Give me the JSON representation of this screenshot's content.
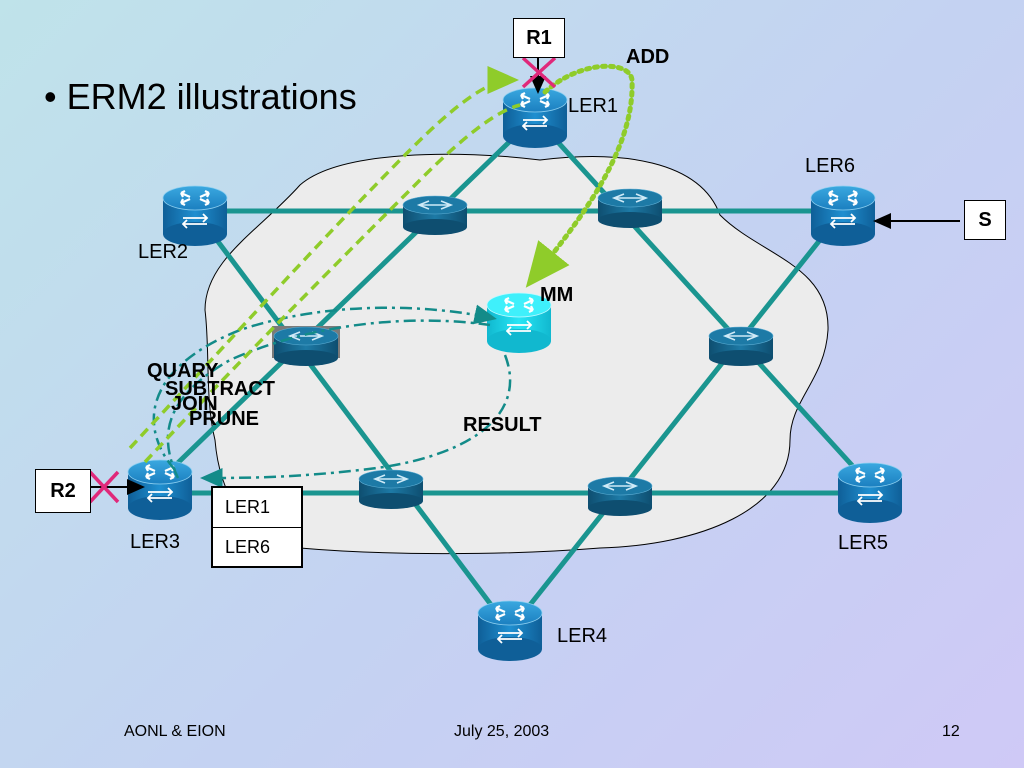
{
  "slide": {
    "bullet": "• ERM2 illustrations",
    "footer_left": "AONL & EION",
    "footer_center": "July 25, 2003",
    "page_number": "12"
  },
  "boxes": {
    "r1": "R1",
    "r2": "R2",
    "s": "S"
  },
  "routers": {
    "ler1": "LER1",
    "ler2": "LER2",
    "ler3": "LER3",
    "ler4": "LER4",
    "ler5": "LER5",
    "ler6": "LER6",
    "mm": "MM"
  },
  "operations": {
    "add": "ADD",
    "quary": "QUARY",
    "subtract": "SUBTRACT",
    "join": "JOIN",
    "prune": "PRUNE",
    "result": "RESULT"
  },
  "table": {
    "rows": [
      "LER1",
      "LER6"
    ]
  },
  "colors": {
    "link": "#1a9590",
    "router_blue": "#1b87c6",
    "router_mm": "#19d8ec",
    "switch": "#166d94",
    "cloud": "#ececec",
    "green_arrow": "#8fcc2a",
    "teal_dash": "#138b89",
    "cross": "#e0287a"
  }
}
